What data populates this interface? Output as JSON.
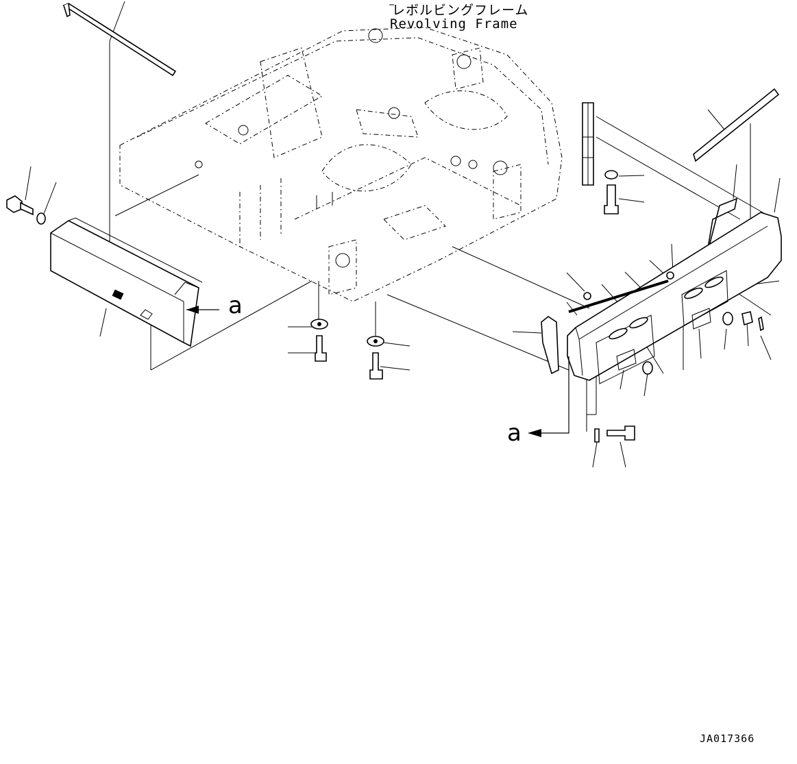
{
  "title": {
    "japanese": "レボルビングフレーム",
    "english": "Revolving Frame"
  },
  "view_refs": [
    "a",
    "a"
  ],
  "drawing_code": "JA017366"
}
